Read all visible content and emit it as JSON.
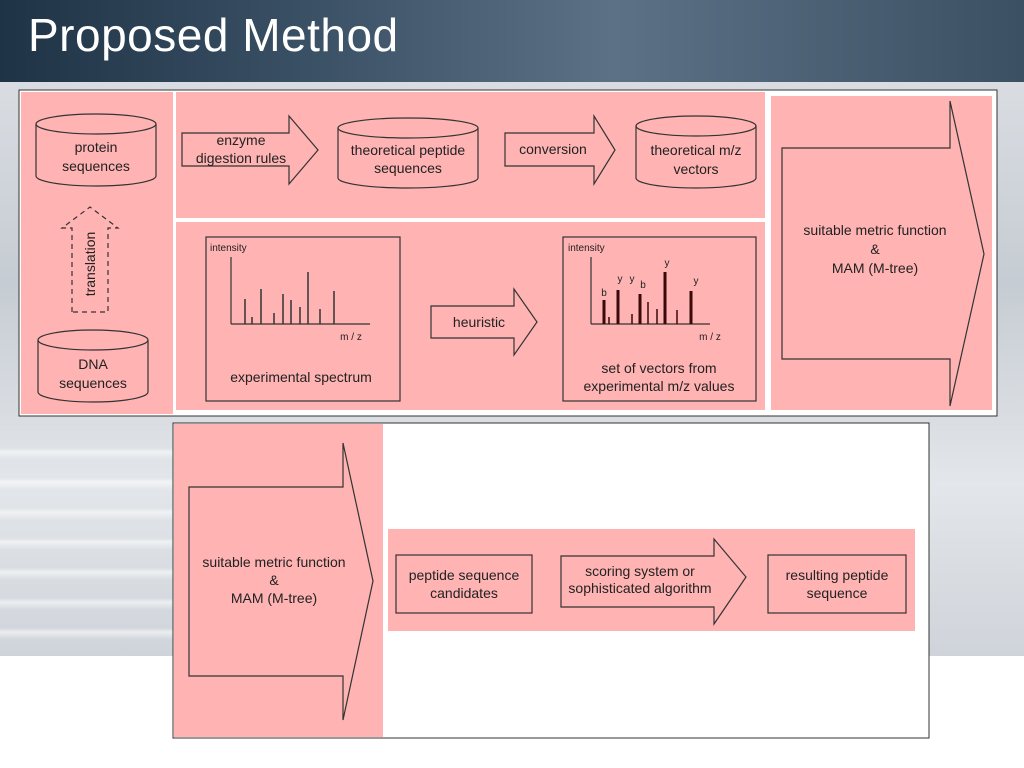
{
  "title": "Proposed Method",
  "colors": {
    "pink": "#ffb3b3",
    "stroke": "#333333",
    "slide_header": "#3a5064"
  },
  "upper_panel": {
    "protein_db": [
      "protein",
      "sequences"
    ],
    "translation": "translation",
    "dna_db": [
      "DNA",
      "sequences"
    ],
    "enzyme_arrow": [
      "enzyme",
      "digestion rules"
    ],
    "theoretical_peptide_db": [
      "theoretical peptide",
      "sequences"
    ],
    "conversion_arrow": "conversion",
    "mz_vectors_db": [
      "theoretical m/z",
      "vectors"
    ],
    "exp_spectrum": {
      "axis_y": "intensity",
      "axis_x": "m / z",
      "caption": "experimental spectrum"
    },
    "heuristic_arrow": "heuristic",
    "vector_set": {
      "axis_y": "intensity",
      "axis_x": "m / z",
      "peak_labels": [
        "b",
        "y",
        "y",
        "b",
        "y",
        "y"
      ],
      "caption": [
        "set of vectors from",
        "experimental m/z values"
      ]
    },
    "metric_arrow": [
      "suitable metric function",
      "&",
      "MAM (M-tree)"
    ]
  },
  "lower_panel": {
    "metric_arrow": [
      "suitable metric function",
      "&",
      "MAM (M-tree)"
    ],
    "candidates": [
      "peptide sequence",
      "candidates"
    ],
    "scoring_arrow": [
      "scoring system or",
      "sophisticated algorithm"
    ],
    "result": [
      "resulting peptide",
      "sequence"
    ]
  }
}
